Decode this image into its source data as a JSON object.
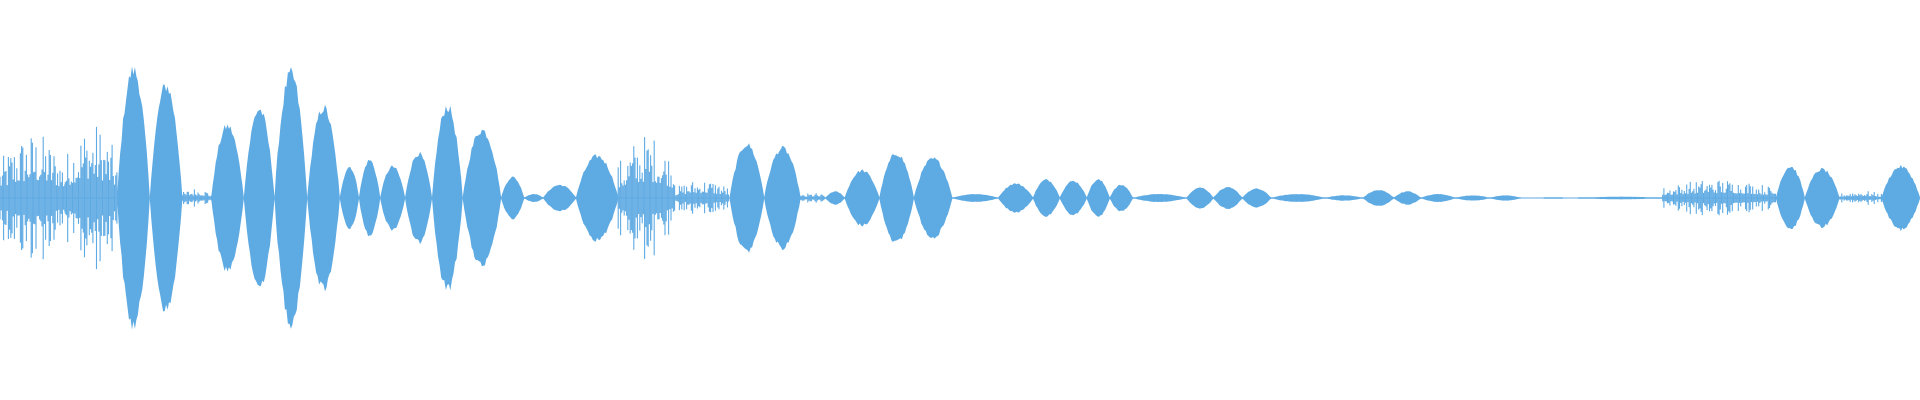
{
  "waveform": {
    "color": "#5eaae3",
    "background": "#ffffff",
    "segments": [
      {
        "type": "noise",
        "start": 0.0,
        "end": 0.034,
        "amp": 0.52
      },
      {
        "type": "noise",
        "start": 0.034,
        "end": 0.061,
        "amp": 0.6
      },
      {
        "type": "lobe",
        "start": 0.061,
        "end": 0.078,
        "amp": 0.98
      },
      {
        "type": "lobe",
        "start": 0.078,
        "end": 0.095,
        "amp": 0.86
      },
      {
        "type": "noise",
        "start": 0.095,
        "end": 0.11,
        "amp": 0.08
      },
      {
        "type": "lobe",
        "start": 0.11,
        "end": 0.127,
        "amp": 0.55
      },
      {
        "type": "lobe",
        "start": 0.127,
        "end": 0.143,
        "amp": 0.68
      },
      {
        "type": "lobe",
        "start": 0.143,
        "end": 0.16,
        "amp": 0.95
      },
      {
        "type": "lobe",
        "start": 0.16,
        "end": 0.177,
        "amp": 0.69
      },
      {
        "type": "lobe",
        "start": 0.177,
        "end": 0.187,
        "amp": 0.24
      },
      {
        "type": "lobe",
        "start": 0.187,
        "end": 0.198,
        "amp": 0.29
      },
      {
        "type": "lobe",
        "start": 0.198,
        "end": 0.211,
        "amp": 0.24
      },
      {
        "type": "lobe",
        "start": 0.211,
        "end": 0.225,
        "amp": 0.34
      },
      {
        "type": "lobe",
        "start": 0.225,
        "end": 0.241,
        "amp": 0.7
      },
      {
        "type": "lobe",
        "start": 0.241,
        "end": 0.261,
        "amp": 0.52
      },
      {
        "type": "lobe",
        "start": 0.261,
        "end": 0.273,
        "amp": 0.16
      },
      {
        "type": "lobe",
        "start": 0.273,
        "end": 0.283,
        "amp": 0.03
      },
      {
        "type": "lobe",
        "start": 0.283,
        "end": 0.3,
        "amp": 0.1
      },
      {
        "type": "lobe",
        "start": 0.3,
        "end": 0.322,
        "amp": 0.32
      },
      {
        "type": "noise",
        "start": 0.322,
        "end": 0.352,
        "amp": 0.5
      },
      {
        "type": "noise",
        "start": 0.352,
        "end": 0.38,
        "amp": 0.15
      },
      {
        "type": "lobe",
        "start": 0.38,
        "end": 0.398,
        "amp": 0.41
      },
      {
        "type": "lobe",
        "start": 0.398,
        "end": 0.417,
        "amp": 0.38
      },
      {
        "type": "noise",
        "start": 0.417,
        "end": 0.43,
        "amp": 0.04
      },
      {
        "type": "lobe",
        "start": 0.43,
        "end": 0.44,
        "amp": 0.05
      },
      {
        "type": "lobe",
        "start": 0.44,
        "end": 0.458,
        "amp": 0.21
      },
      {
        "type": "lobe",
        "start": 0.458,
        "end": 0.476,
        "amp": 0.34
      },
      {
        "type": "lobe",
        "start": 0.476,
        "end": 0.496,
        "amp": 0.3
      },
      {
        "type": "lobe",
        "start": 0.496,
        "end": 0.52,
        "amp": 0.03
      },
      {
        "type": "lobe",
        "start": 0.52,
        "end": 0.538,
        "amp": 0.11
      },
      {
        "type": "lobe",
        "start": 0.538,
        "end": 0.552,
        "amp": 0.14
      },
      {
        "type": "lobe",
        "start": 0.552,
        "end": 0.566,
        "amp": 0.13
      },
      {
        "type": "lobe",
        "start": 0.566,
        "end": 0.578,
        "amp": 0.14
      },
      {
        "type": "lobe",
        "start": 0.578,
        "end": 0.59,
        "amp": 0.1
      },
      {
        "type": "lobe",
        "start": 0.59,
        "end": 0.618,
        "amp": 0.03
      },
      {
        "type": "lobe",
        "start": 0.618,
        "end": 0.632,
        "amp": 0.08
      },
      {
        "type": "lobe",
        "start": 0.632,
        "end": 0.647,
        "amp": 0.08
      },
      {
        "type": "lobe",
        "start": 0.647,
        "end": 0.662,
        "amp": 0.07
      },
      {
        "type": "lobe",
        "start": 0.662,
        "end": 0.69,
        "amp": 0.03
      },
      {
        "type": "lobe",
        "start": 0.69,
        "end": 0.71,
        "amp": 0.02
      },
      {
        "type": "lobe",
        "start": 0.71,
        "end": 0.726,
        "amp": 0.06
      },
      {
        "type": "lobe",
        "start": 0.726,
        "end": 0.74,
        "amp": 0.05
      },
      {
        "type": "lobe",
        "start": 0.74,
        "end": 0.758,
        "amp": 0.03
      },
      {
        "type": "lobe",
        "start": 0.758,
        "end": 0.776,
        "amp": 0.02
      },
      {
        "type": "lobe",
        "start": 0.776,
        "end": 0.792,
        "amp": 0.02
      },
      {
        "type": "lobe",
        "start": 0.804,
        "end": 0.814,
        "amp": 0.005
      },
      {
        "type": "lobe",
        "start": 0.822,
        "end": 0.866,
        "amp": 0.01
      },
      {
        "type": "noise",
        "start": 0.866,
        "end": 0.925,
        "amp": 0.15
      },
      {
        "type": "lobe",
        "start": 0.925,
        "end": 0.94,
        "amp": 0.24
      },
      {
        "type": "lobe",
        "start": 0.94,
        "end": 0.958,
        "amp": 0.22
      },
      {
        "type": "noise",
        "start": 0.958,
        "end": 0.98,
        "amp": 0.06
      },
      {
        "type": "lobe",
        "start": 0.98,
        "end": 1.0,
        "amp": 0.24
      }
    ]
  }
}
